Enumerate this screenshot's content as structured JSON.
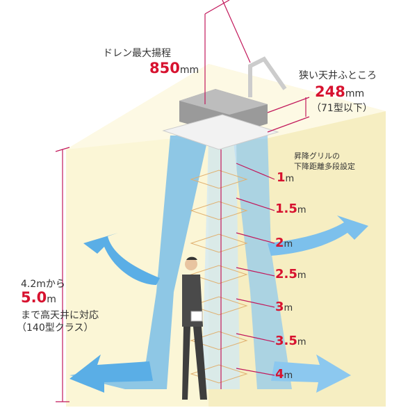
{
  "drain": {
    "label": "ドレン最大揚程",
    "value": "850",
    "unit": "mm"
  },
  "ceiling_space": {
    "label": "狭い天井ふところ",
    "value": "248",
    "unit": "mm",
    "note": "（71型以下）"
  },
  "grille": {
    "line1": "昇降グリルの",
    "line2": "下降距離多段設定"
  },
  "heights": [
    {
      "value": "1",
      "unit": "m"
    },
    {
      "value": "1.5",
      "unit": "m"
    },
    {
      "value": "2",
      "unit": "m"
    },
    {
      "value": "2.5",
      "unit": "m"
    },
    {
      "value": "3",
      "unit": "m"
    },
    {
      "value": "3.5",
      "unit": "m"
    },
    {
      "value": "4",
      "unit": "m"
    }
  ],
  "high_ceiling": {
    "from": "4.2mから",
    "value": "5.0",
    "unit": "m",
    "line1": "まで高天井に対応",
    "line2": "（140型クラス）"
  },
  "colors": {
    "accent": "#d7122f",
    "wall": "#fbf5d2",
    "air": "#5aaee6"
  }
}
